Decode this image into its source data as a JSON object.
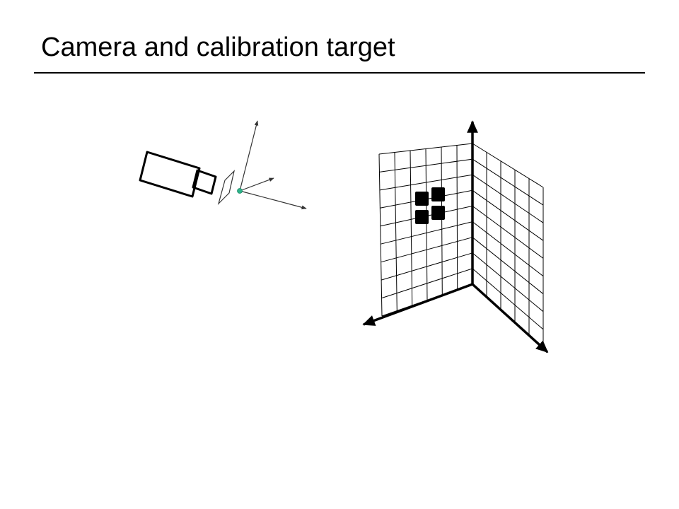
{
  "slide": {
    "title": "Camera and calibration target"
  },
  "colors": {
    "ink": "#000000",
    "axis_gray": "#333333",
    "camera_center": "#2db38a"
  },
  "diagram": {
    "camera": {
      "has_image_plane": true,
      "has_camera_axes": true
    },
    "calibration_target": {
      "planes": 2,
      "black_squares": 4,
      "has_world_axes": true
    }
  }
}
